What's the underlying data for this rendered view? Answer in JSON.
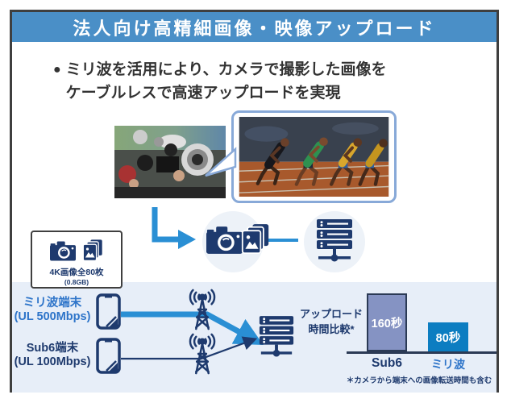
{
  "title": "法人向け高精細画像・映像アップロード",
  "bullet": {
    "marker": "●",
    "line1": "ミリ波を活用により、カメラで撮影した画像を",
    "line2": "ケーブルレスで高速アップロードを実現"
  },
  "source_box": {
    "label": "4K画像全80枚",
    "sublabel": "(0.8GB)"
  },
  "terminals": [
    {
      "name": "ミリ波端末",
      "speed": "(UL 500Mbps)",
      "color": "#2d74c9"
    },
    {
      "name": "Sub6端末",
      "speed": "(UL 100Mbps)",
      "color": "#1e3a6e"
    }
  ],
  "chart_data": {
    "type": "bar",
    "title": "アップロード時間比較*",
    "title_lines": [
      "アップロード",
      "時間比較*"
    ],
    "categories": [
      "Sub6",
      "ミリ波"
    ],
    "values": [
      160,
      80
    ],
    "unit": "秒",
    "bar_labels": [
      "160秒",
      "80秒"
    ],
    "bar_colors": [
      "#8593c3",
      "#0c7dc1"
    ],
    "category_colors": [
      "#1e3a6e",
      "#2d74c9"
    ],
    "ylim": [
      0,
      175
    ],
    "grid": false,
    "legend": "none",
    "footnote": "＊カメラから端末への画像転送時間も含む"
  },
  "icons": {
    "camera": "camera-icon",
    "photos": "photo-stack-icon",
    "server": "server-icon",
    "phone": "smartphone-icon",
    "antenna": "radio-tower-icon",
    "arrow": "flow-arrow-icon"
  },
  "colors": {
    "header_bg": "#4a8fc7",
    "accent_blue": "#2a8fd4",
    "navy": "#1e3a6e",
    "panel_bg": "#e7eef8",
    "slate_bar": "#8593c3",
    "bright_bar": "#0c7dc1"
  }
}
